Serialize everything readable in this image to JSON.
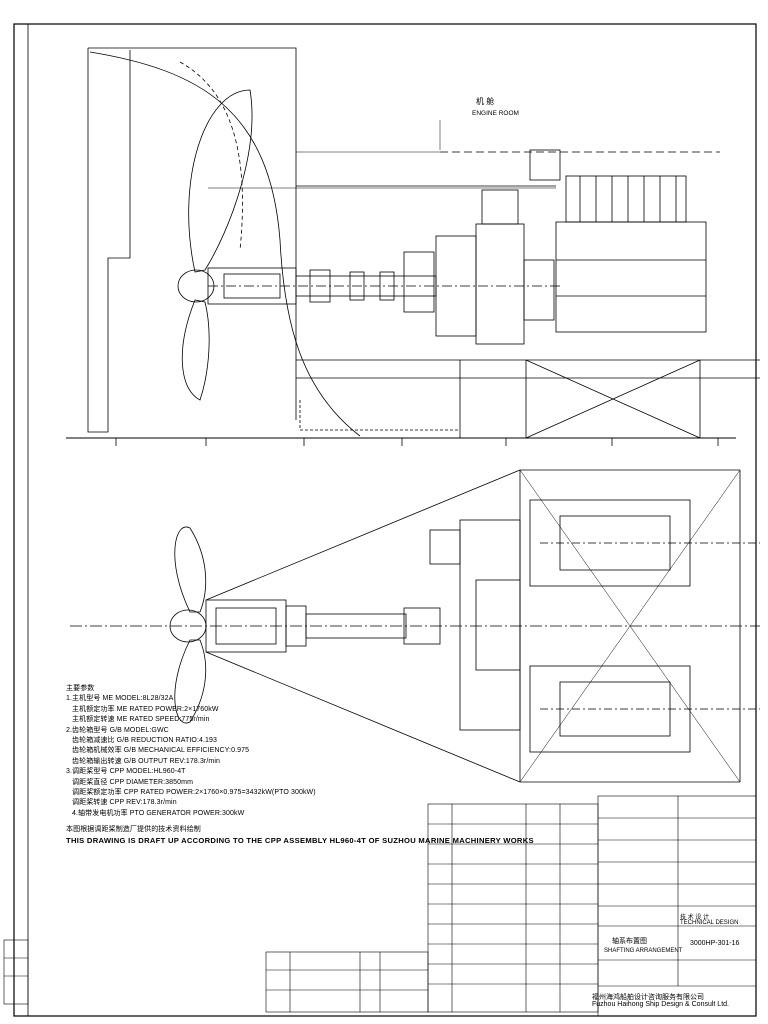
{
  "header": {
    "engine_room_cn": "机 舱",
    "engine_room_en": "ENGINE ROOM"
  },
  "notes": {
    "title": "主要参数",
    "items": [
      "1.主机型号 ME MODEL:8L28/32A",
      "主机额定功率 ME RATED POWER:2×1760kW",
      "主机额定转速 ME RATED SPEED:775r/min",
      "2.齿轮箱型号 G/B MODEL:GWC",
      "齿轮箱减速比 G/B REDUCTION RATIO:4.193",
      "齿轮箱机械效率 G/B MECHANICAL EFFICIENCY:0.975",
      "齿轮箱输出转速 G/B OUTPUT REV:178.3r/min",
      "3.调距桨型号 CPP MODEL:HL960-4T",
      "调距桨直径 CPP DIAMETER:3850mm",
      "调距桨额定功率 CPP RATED POWER:2×1760×0.975=3432kW(PTO 300kW)",
      "调距桨转速 CPP REV:178.3r/min",
      "4.轴带发电机功率 PTO GENERATOR POWER:300kW"
    ],
    "warning_cn": "本图根据调距桨制造厂提供的技术资料绘制",
    "warning_en": "THIS DRAWING IS DRAFT UP ACCORDING TO THE CPP ASSEMBLY HL960-4T OF SUZHOU MARINE MACHINERY WORKS"
  },
  "title_block": {
    "drawing_title_cn": "轴系布置图",
    "drawing_title_en": "SHAFTING ARRANGEMENT",
    "stage_cn": "技 术 设 计",
    "stage_en": "TECHNICAL DESIGN",
    "drawing_no": "3000HP-301-16",
    "company_cn": "福州海鸿船舶设计咨询服务有限公司",
    "company_en": "Fuzhou Haihong Ship Design & Consult Ltd."
  },
  "colors": {
    "ink": "#000000",
    "paper": "#ffffff"
  }
}
